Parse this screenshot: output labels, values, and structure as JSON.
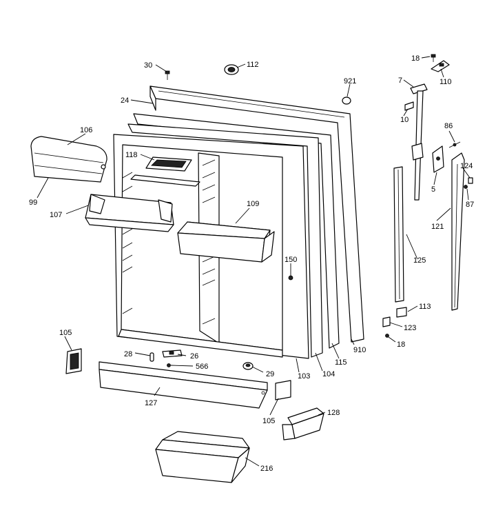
{
  "labels": {
    "p30": "30",
    "p112": "112",
    "p921": "921",
    "p24": "24",
    "p106": "106",
    "p118": "118",
    "p99": "99",
    "p107": "107",
    "p109": "109",
    "p150": "150",
    "p105a": "105",
    "p28": "28",
    "p26": "26",
    "p566": "566",
    "p29": "29",
    "p103": "103",
    "p104": "104",
    "p115": "115",
    "p910": "910",
    "p127": "127",
    "p105b": "105",
    "p128": "128",
    "p216": "216",
    "p18a": "18",
    "p110": "110",
    "p7": "7",
    "p10": "10",
    "p86": "86",
    "p124": "124",
    "p5": "5",
    "p87": "87",
    "p121": "121",
    "p125": "125",
    "p113": "113",
    "p123": "123",
    "p18b": "18"
  }
}
